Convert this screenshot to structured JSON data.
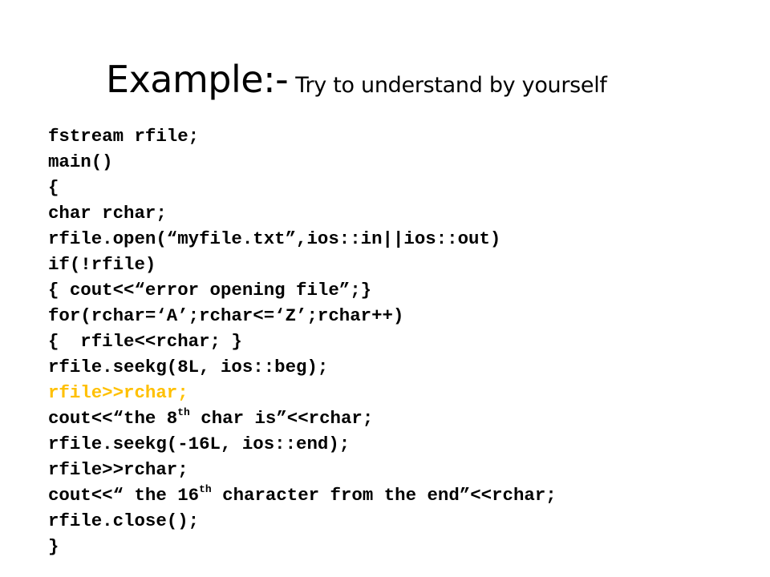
{
  "slide": {
    "title": "Example:-",
    "subtitle": "Try to understand by yourself",
    "highlight_color": "#ffc000",
    "code_lines": [
      {
        "text": "fstream rfile;"
      },
      {
        "text": "main()"
      },
      {
        "text": "{"
      },
      {
        "text": "char rchar;"
      },
      {
        "text": "rfile.open(“myfile.txt”,ios::in||ios::out)"
      },
      {
        "text": "if(!rfile)"
      },
      {
        "text": "{ cout<<“error opening file”;}"
      },
      {
        "text": "for(rchar=‘A’;rchar<=‘Z’;rchar++)"
      },
      {
        "text": "{  rfile<<rchar; }"
      },
      {
        "text": "rfile.seekg(8L, ios::beg);"
      },
      {
        "text": "rfile>>rchar;"
      },
      {
        "pre": "cout<<“the 8",
        "sup": "th",
        "post": " char is”<<rchar;"
      },
      {
        "text": "rfile.seekg(-16L, ios::end);"
      },
      {
        "text": "rfile>>rchar;"
      },
      {
        "pre": "cout<<“ the 16",
        "sup": "th",
        "post": " character from the end”<<rchar;"
      },
      {
        "text": "rfile.close();"
      },
      {
        "text": "}"
      }
    ]
  }
}
